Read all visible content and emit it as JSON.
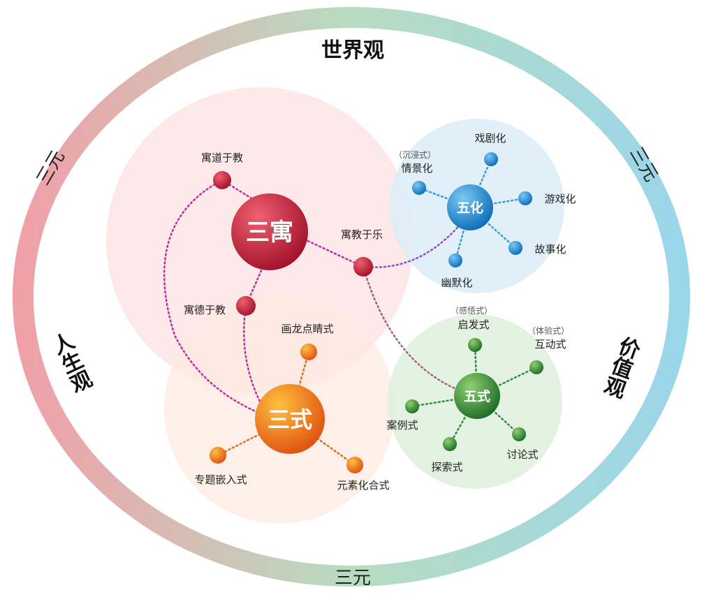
{
  "ring": {
    "top": "世界观",
    "left": "人生观",
    "right": "价值观",
    "left_tag": "三元",
    "right_tag": "三元",
    "bottom_tag": "三元"
  },
  "sanyu": {
    "hub": "三寓",
    "nodes": [
      "寓道于教",
      "寓教于乐",
      "寓德于教"
    ]
  },
  "wuhua": {
    "hub": "五化",
    "nodes": [
      "戏剧化",
      "情景化",
      "游戏化",
      "故事化",
      "幽默化"
    ],
    "note": "（沉浸式）"
  },
  "wushi": {
    "hub": "五式",
    "nodes": [
      "启发式",
      "互动式",
      "案例式",
      "探索式",
      "讨论式"
    ],
    "note_qifa": "（感悟式）",
    "note_hudong": "（体验式）"
  },
  "sanshi": {
    "hub": "三式",
    "nodes": [
      "画龙点睛式",
      "专题嵌入式",
      "元素化合式"
    ]
  },
  "colors": {
    "red": "#c8203a",
    "blue": "#1a8ad4",
    "green": "#2e8b3a",
    "orange": "#f07a10"
  }
}
